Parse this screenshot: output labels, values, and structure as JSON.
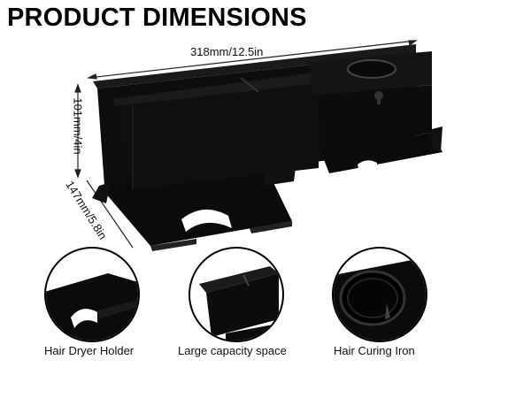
{
  "title": "PRODUCT DIMENSIONS",
  "dimensions": {
    "width": "318mm/12.5in",
    "height": "101mm/4in",
    "depth": "147mm/5.8in"
  },
  "features": [
    {
      "label": "Hair Dryer Holder"
    },
    {
      "label": "Large capacity space"
    },
    {
      "label": "Hair Curing Iron"
    }
  ],
  "colors": {
    "product": "#0b0b0b",
    "background": "#ffffff"
  }
}
